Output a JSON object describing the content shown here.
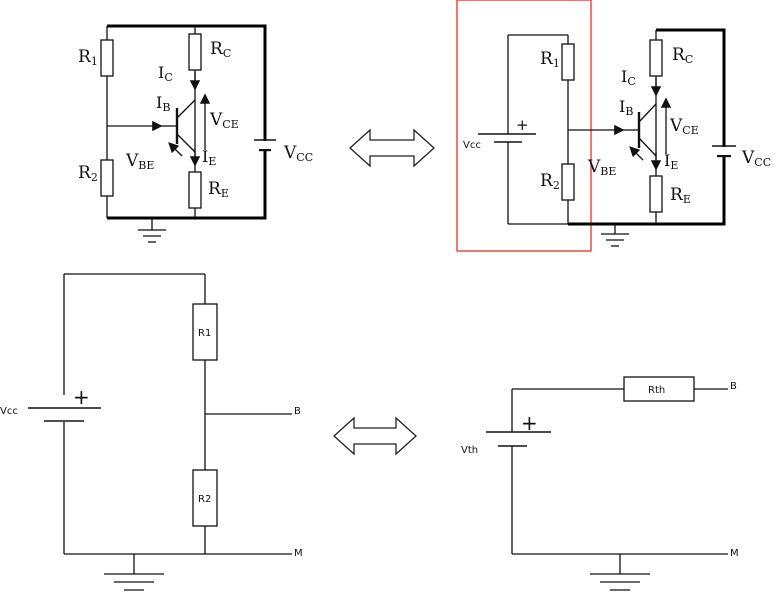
{
  "circuits": {
    "top_left": {
      "r1": "R",
      "r1_sub": "1",
      "r2": "R",
      "r2_sub": "2",
      "rc": "R",
      "rc_sub": "C",
      "re": "R",
      "re_sub": "E",
      "ic": "I",
      "ic_sub": "C",
      "ib": "I",
      "ib_sub": "B",
      "ie": "I",
      "ie_sub": "E",
      "vce": "V",
      "vce_sub": "CE",
      "vbe": "V",
      "vbe_sub": "BE",
      "vcc": "V",
      "vcc_sub": "CC"
    },
    "top_right": {
      "vcc_small": "Vcc",
      "plus": "+",
      "r1": "R",
      "r1_sub": "1",
      "r2": "R",
      "r2_sub": "2",
      "rc": "R",
      "rc_sub": "C",
      "re": "R",
      "re_sub": "E",
      "ic": "I",
      "ic_sub": "C",
      "ib": "I",
      "ib_sub": "B",
      "ie": "I",
      "ie_sub": "E",
      "vce": "V",
      "vce_sub": "CE",
      "vbe": "V",
      "vbe_sub": "BE",
      "vcc": "V",
      "vcc_sub": "CC",
      "highlight_color": "#e8302a"
    },
    "bottom_left": {
      "vcc": "Vcc",
      "plus": "+",
      "r1": "R1",
      "r2": "R2",
      "node_b": "B",
      "node_m": "M"
    },
    "bottom_right": {
      "vth": "Vth",
      "plus": "+",
      "rth": "Rth",
      "node_b": "B",
      "node_m": "M"
    }
  }
}
